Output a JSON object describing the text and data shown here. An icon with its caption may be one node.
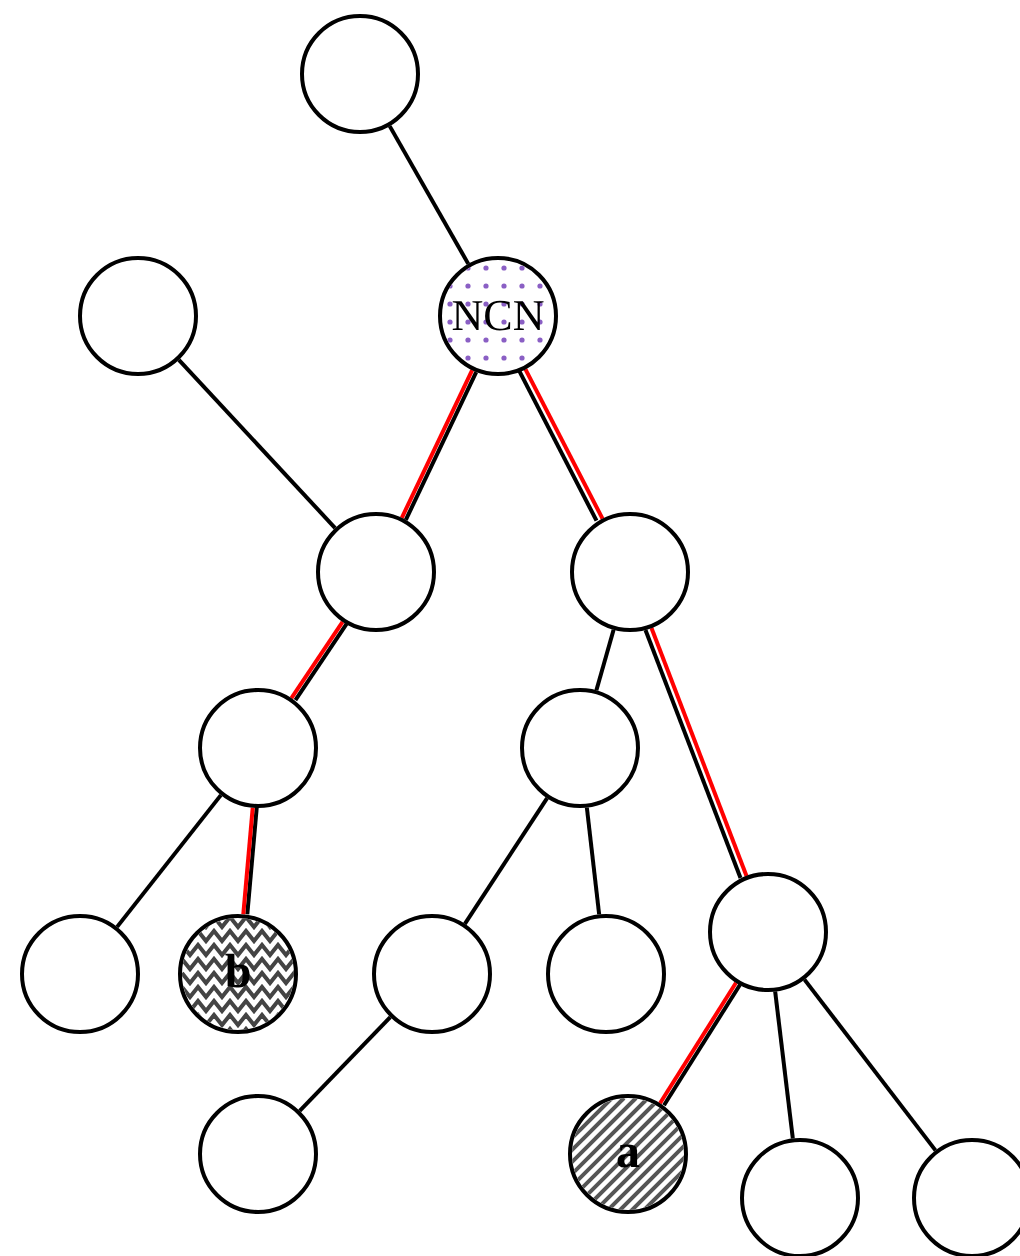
{
  "diagram": {
    "nodes": [
      {
        "text": [],
        "shape": "circle"
      },
      {
        "text": [],
        "shape": "circle"
      },
      {
        "text": [
          "NCN"
        ]
      },
      {
        "text": [],
        "shape": "circle"
      },
      {
        "text": [],
        "shape": "circle"
      },
      {
        "text": [],
        "shape": "circle"
      },
      {
        "text": [],
        "shape": "circle"
      },
      {
        "text": [],
        "shape": "circle"
      },
      {
        "text": [
          "b"
        ]
      },
      {
        "text": [],
        "shape": "circle"
      },
      {
        "text": [],
        "shape": "circle"
      },
      {
        "text": [],
        "shape": "circle"
      },
      {
        "text": [],
        "shape": "circle"
      },
      {
        "text": [
          "a"
        ]
      },
      {
        "text": [],
        "shape": "circle"
      },
      {
        "text": [],
        "shape": "circle"
      }
    ],
    "edges": [
      {
        "from": 0,
        "to": 2,
        "arrow": "none"
      },
      {
        "from": 1,
        "to": 3,
        "arrow": "none"
      },
      {
        "from": 2,
        "to": 3,
        "arrow": "none",
        "color": "#ff0000"
      },
      {
        "from": 2,
        "to": 4,
        "arrow": "none",
        "color": "#ff0000"
      },
      {
        "from": 3,
        "to": 5,
        "arrow": "none",
        "color": "#ff0000"
      },
      {
        "from": 5,
        "to": 7,
        "arrow": "none"
      },
      {
        "from": 5,
        "to": 8,
        "arrow": "none",
        "color": "#ff0000"
      },
      {
        "from": 4,
        "to": 6,
        "arrow": "none"
      },
      {
        "from": 4,
        "to": 11,
        "arrow": "none",
        "color": "#ff0000"
      },
      {
        "from": 6,
        "to": 9,
        "arrow": "none"
      },
      {
        "from": 6,
        "to": 10,
        "arrow": "none"
      },
      {
        "from": 9,
        "to": 12,
        "arrow": "none"
      },
      {
        "from": 11,
        "to": 13,
        "arrow": "none",
        "color": "#ff0000"
      },
      {
        "from": 11,
        "to": 14,
        "arrow": "none"
      },
      {
        "from": 11,
        "to": 15,
        "arrow": "none"
      }
    ]
  }
}
